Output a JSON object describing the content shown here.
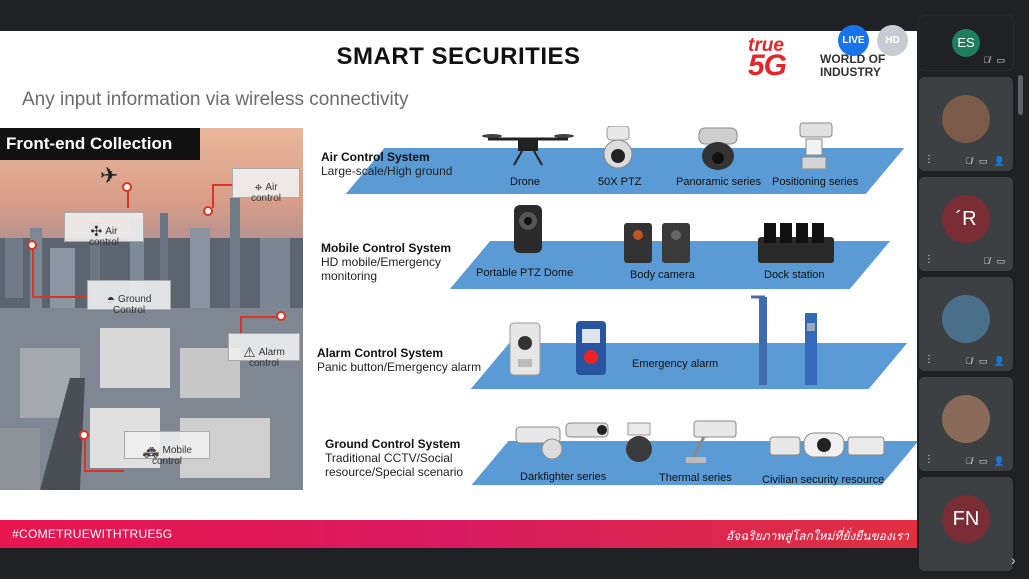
{
  "slide": {
    "title": "SMART SECURITIES",
    "subtitle": "Any input information via wireless connectivity",
    "front_end_label": "Front-end Collection",
    "brand": {
      "true": "true",
      "five_g": "5G",
      "world_of": "WORLD OF",
      "industry": "INDUSTRY"
    },
    "badges": {
      "live": "LIVE",
      "hd": "HD"
    },
    "city_callouts": {
      "air": "Air\ncontrol",
      "air_cam": "Air\ncontrol",
      "ground": "Ground\nControl",
      "alarm": "Alarm\ncontrol",
      "mobile": "Mobile\ncontrol"
    },
    "rows": [
      {
        "title": "Air Control System",
        "desc": "Large-scale/High ground",
        "items": [
          "Drone",
          "50X PTZ",
          "Panoramic series",
          "Positioning series"
        ]
      },
      {
        "title": "Mobile Control System",
        "desc": "HD mobile/Emergency\nmonitoring",
        "items": [
          "Portable PTZ Dome",
          "Body camera",
          "Dock station"
        ]
      },
      {
        "title": "Alarm Control System",
        "desc": "Panic button/Emergency alarm",
        "items": [
          "Emergency alarm"
        ]
      },
      {
        "title": "Ground Control System",
        "desc": "Traditional CCTV/Social\nresource/Special scenario",
        "items": [
          "Darkfighter series",
          "Thermal series",
          "Civilian security resource"
        ]
      }
    ],
    "hashtag": "#COMETRUEWITHTRUE5G",
    "thai_tagline": "อัจฉริยภาพสู่โลกใหม่ที่ยั่งยืนของเรา"
  },
  "participants": [
    {
      "initials": "ES",
      "color": "#1e7f5e"
    },
    {
      "initials": "",
      "color": "#7a5a48"
    },
    {
      "initials": "´R",
      "color": "#7b2d36"
    },
    {
      "initials": "",
      "color": "#4a6f8a"
    },
    {
      "initials": "",
      "color": "#8a6a58"
    },
    {
      "initials": "FN",
      "color": "#7b2d36"
    }
  ],
  "colors": {
    "band": "#5b9bd5",
    "accent_red": "#e3262b",
    "bottom_bar": "#e8164f",
    "live": "#1a73e8"
  }
}
